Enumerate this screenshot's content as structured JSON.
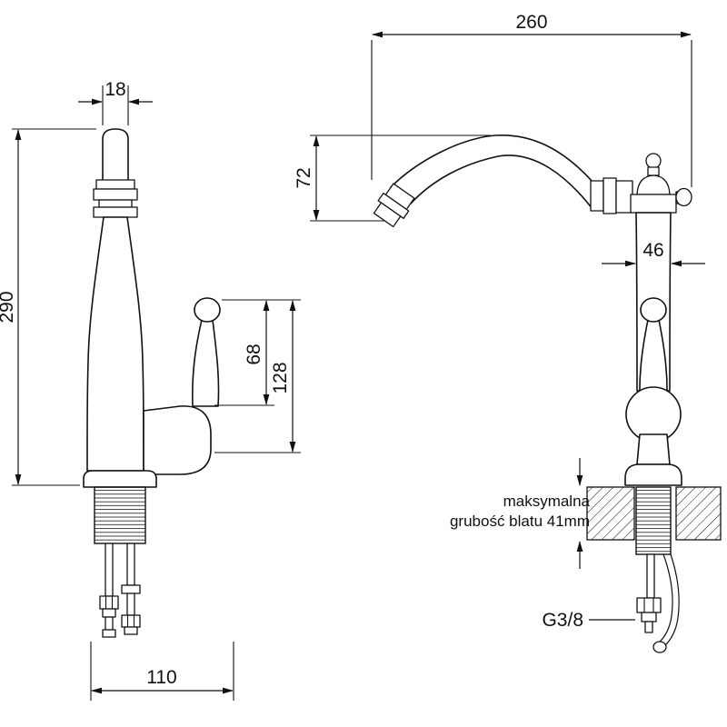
{
  "colors": {
    "line": "#111111",
    "background": "#ffffff"
  },
  "front_view": {
    "dim_spout_width": "18",
    "dim_total_height": "290",
    "dim_handle_top_to_body": "68",
    "dim_handle_top_to_base": "128",
    "dim_base_depth": "110"
  },
  "side_view": {
    "dim_spout_reach": "260",
    "dim_spout_drop": "72",
    "dim_body_width": "46",
    "countertop_note_line1": "maksymalna",
    "countertop_note_line2": "grubość blatu 41mm",
    "thread_label": "G3/8"
  }
}
